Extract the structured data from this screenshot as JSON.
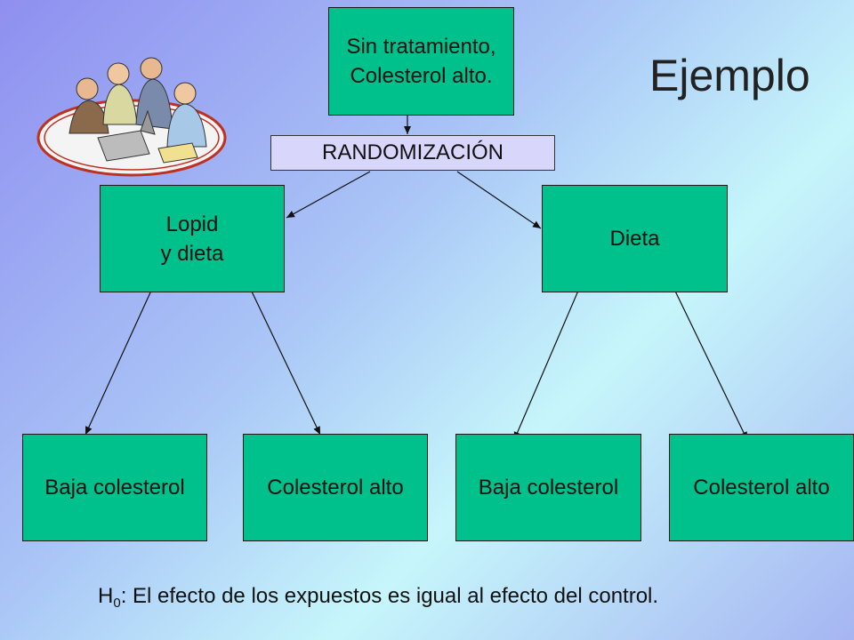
{
  "title": "Ejemplo",
  "nodes": {
    "start": "Sin tratamiento,\nColesterol alto.",
    "randomization": "RANDOMIZACIÓN",
    "lopid": "Lopid\ny dieta",
    "dieta": "Dieta",
    "leaf1": "Baja colesterol",
    "leaf2": "Colesterol alto",
    "leaf3": "Baja colesterol",
    "leaf4": "Colesterol alto"
  },
  "hypothesis": {
    "label": "H",
    "subscript": "0",
    "text": ": El efecto de los expuestos es igual al efecto del control."
  },
  "colors": {
    "box_fill": "#00c08c",
    "randomization_fill": "#d8d6fb"
  },
  "decoration": "people-working-at-laptop-clipart"
}
